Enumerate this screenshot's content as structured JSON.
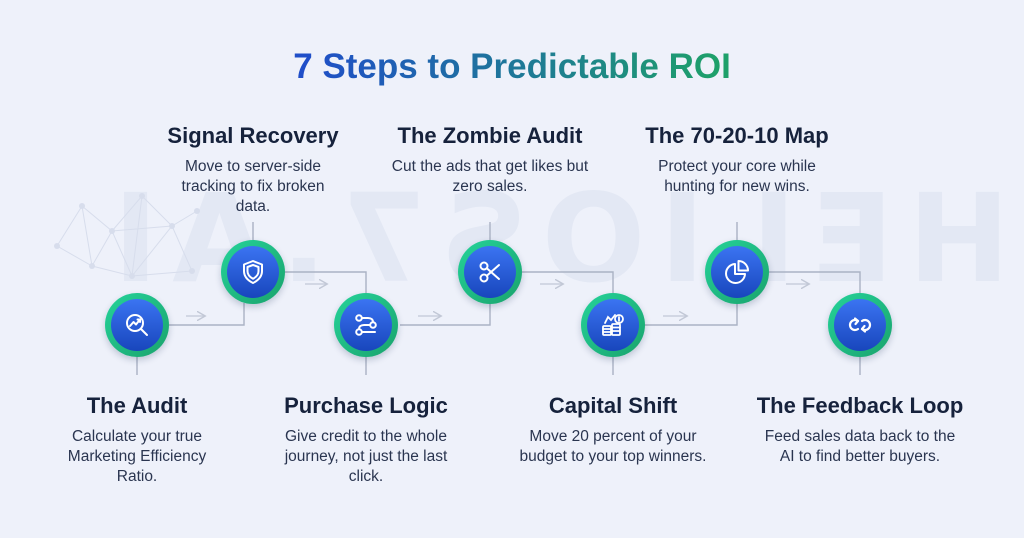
{
  "title": "7 Steps to Predictable ROI",
  "watermark": "HELIOS7.AI",
  "colors": {
    "title_start": "#1f4ec8",
    "title_end": "#1ea06a",
    "node_ring": "#1fc387",
    "node_core": "#1f57d3",
    "connector": "#aab2c4",
    "background": "#eef1fa"
  },
  "steps": [
    {
      "title": "The Audit",
      "description": "Calculate your true Marketing Efficiency Ratio.",
      "icon": "chart-magnifier-icon"
    },
    {
      "title": "Signal Recovery",
      "description": "Move to server-side tracking to fix broken data.",
      "icon": "shield-icon"
    },
    {
      "title": "Purchase Logic",
      "description": "Give credit to the whole journey, not just the last click.",
      "icon": "route-icon"
    },
    {
      "title": "The Zombie Audit",
      "description": "Cut the ads that get likes but zero sales.",
      "icon": "scissors-icon"
    },
    {
      "title": "Capital Shift",
      "description": "Move 20 percent of your budget to your top winners.",
      "icon": "coins-icon"
    },
    {
      "title": "The 70-20-10 Map",
      "description": "Protect your core while hunting for new wins.",
      "icon": "pie-chart-icon"
    },
    {
      "title": "The Feedback Loop",
      "description": "Feed sales data back to the AI to find better buyers.",
      "icon": "loop-icon"
    }
  ]
}
